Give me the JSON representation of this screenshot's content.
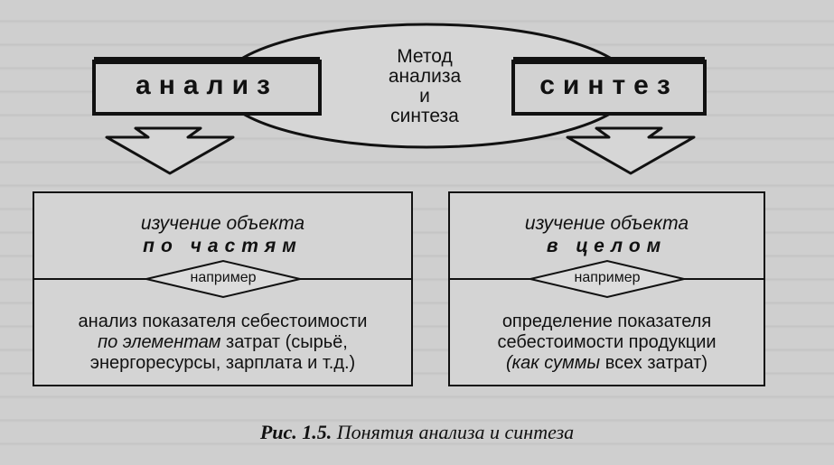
{
  "diagram": {
    "left_title": "анализ",
    "right_title": "синтез",
    "center_label": [
      "Метод",
      "анализа",
      "и",
      "синтеза"
    ],
    "left_box": {
      "line1": "изучение объекта",
      "line2": "по частям",
      "example": "например",
      "desc_line1": "анализ показателя себестоимости",
      "desc_line2_italic": "по элементам",
      "desc_line2_rest": " затрат  (сырьё,",
      "desc_line3": "энергоресурсы, зарплата  и т.д.)"
    },
    "right_box": {
      "line1": "изучение объекта",
      "line2": "в целом",
      "example": "например",
      "desc_line1": "определение показателя",
      "desc_line2": "себестоимости продукции",
      "desc_line3_italic": "(как суммы",
      "desc_line3_rest": " всех затрат)"
    }
  },
  "caption": {
    "label": "Рис. 1.5.",
    "text": " Понятия анализа и синтеза"
  }
}
